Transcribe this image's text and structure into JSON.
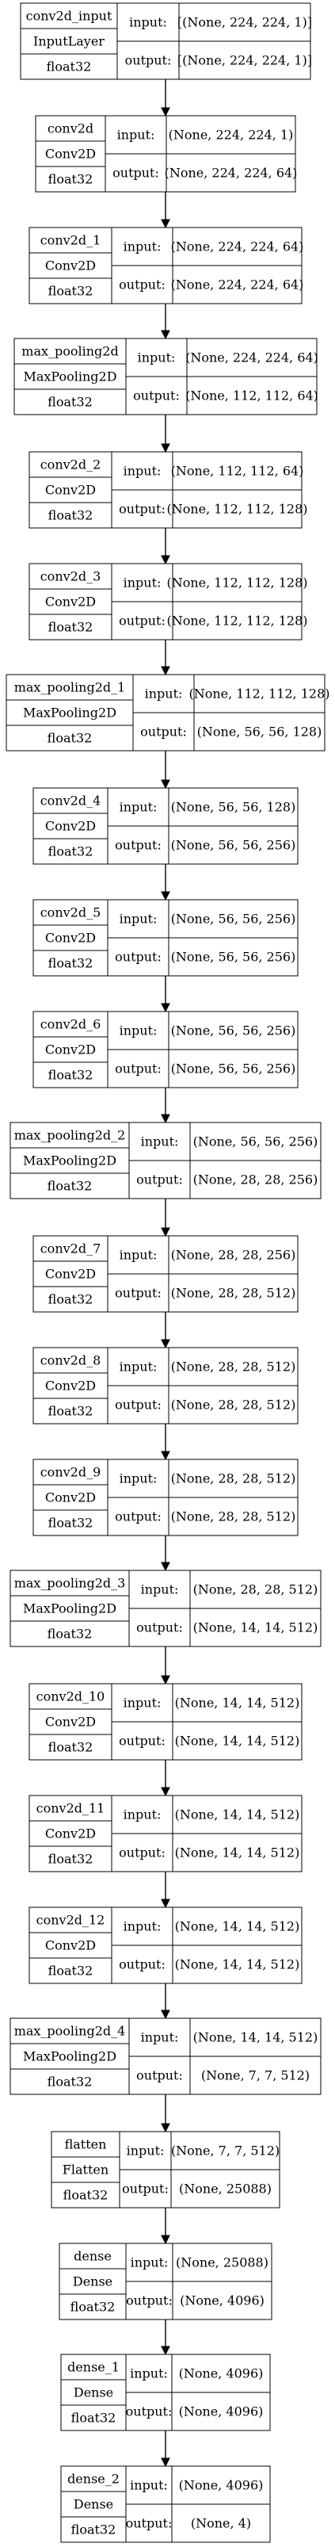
{
  "layers": [
    {
      "name": "conv2d_input",
      "type": "InputLayer",
      "dtype": "float32",
      "input_label": "input:",
      "output_label": "output:",
      "input_shape": "[(None, 224, 224, 1)]",
      "output_shape": "[(None, 224, 224, 1)]"
    },
    {
      "name": "conv2d",
      "type": "Conv2D",
      "dtype": "float32",
      "input_label": "input:",
      "output_label": "output:",
      "input_shape": "(None, 224, 224, 1)",
      "output_shape": "(None, 224, 224, 64)"
    },
    {
      "name": "conv2d_1",
      "type": "Conv2D",
      "dtype": "float32",
      "input_label": "input:",
      "output_label": "output:",
      "input_shape": "(None, 224, 224, 64)",
      "output_shape": "(None, 224, 224, 64)"
    },
    {
      "name": "max_pooling2d",
      "type": "MaxPooling2D",
      "dtype": "float32",
      "input_label": "input:",
      "output_label": "output:",
      "input_shape": "(None, 224, 224, 64)",
      "output_shape": "(None, 112, 112, 64)"
    },
    {
      "name": "conv2d_2",
      "type": "Conv2D",
      "dtype": "float32",
      "input_label": "input:",
      "output_label": "output:",
      "input_shape": "(None, 112, 112, 64)",
      "output_shape": "(None, 112, 112, 128)"
    },
    {
      "name": "conv2d_3",
      "type": "Conv2D",
      "dtype": "float32",
      "input_label": "input:",
      "output_label": "output:",
      "input_shape": "(None, 112, 112, 128)",
      "output_shape": "(None, 112, 112, 128)"
    },
    {
      "name": "max_pooling2d_1",
      "type": "MaxPooling2D",
      "dtype": "float32",
      "input_label": "input:",
      "output_label": "output:",
      "input_shape": "(None, 112, 112, 128)",
      "output_shape": "(None, 56, 56, 128)"
    },
    {
      "name": "conv2d_4",
      "type": "Conv2D",
      "dtype": "float32",
      "input_label": "input:",
      "output_label": "output:",
      "input_shape": "(None, 56, 56, 128)",
      "output_shape": "(None, 56, 56, 256)"
    },
    {
      "name": "conv2d_5",
      "type": "Conv2D",
      "dtype": "float32",
      "input_label": "input:",
      "output_label": "output:",
      "input_shape": "(None, 56, 56, 256)",
      "output_shape": "(None, 56, 56, 256)"
    },
    {
      "name": "conv2d_6",
      "type": "Conv2D",
      "dtype": "float32",
      "input_label": "input:",
      "output_label": "output:",
      "input_shape": "(None, 56, 56, 256)",
      "output_shape": "(None, 56, 56, 256)"
    },
    {
      "name": "max_pooling2d_2",
      "type": "MaxPooling2D",
      "dtype": "float32",
      "input_label": "input:",
      "output_label": "output:",
      "input_shape": "(None, 56, 56, 256)",
      "output_shape": "(None, 28, 28, 256)"
    },
    {
      "name": "conv2d_7",
      "type": "Conv2D",
      "dtype": "float32",
      "input_label": "input:",
      "output_label": "output:",
      "input_shape": "(None, 28, 28, 256)",
      "output_shape": "(None, 28, 28, 512)"
    },
    {
      "name": "conv2d_8",
      "type": "Conv2D",
      "dtype": "float32",
      "input_label": "input:",
      "output_label": "output:",
      "input_shape": "(None, 28, 28, 512)",
      "output_shape": "(None, 28, 28, 512)"
    },
    {
      "name": "conv2d_9",
      "type": "Conv2D",
      "dtype": "float32",
      "input_label": "input:",
      "output_label": "output:",
      "input_shape": "(None, 28, 28, 512)",
      "output_shape": "(None, 28, 28, 512)"
    },
    {
      "name": "max_pooling2d_3",
      "type": "MaxPooling2D",
      "dtype": "float32",
      "input_label": "input:",
      "output_label": "output:",
      "input_shape": "(None, 28, 28, 512)",
      "output_shape": "(None, 14, 14, 512)"
    },
    {
      "name": "conv2d_10",
      "type": "Conv2D",
      "dtype": "float32",
      "input_label": "input:",
      "output_label": "output:",
      "input_shape": "(None, 14, 14, 512)",
      "output_shape": "(None, 14, 14, 512)"
    },
    {
      "name": "conv2d_11",
      "type": "Conv2D",
      "dtype": "float32",
      "input_label": "input:",
      "output_label": "output:",
      "input_shape": "(None, 14, 14, 512)",
      "output_shape": "(None, 14, 14, 512)"
    },
    {
      "name": "conv2d_12",
      "type": "Conv2D",
      "dtype": "float32",
      "input_label": "input:",
      "output_label": "output:",
      "input_shape": "(None, 14, 14, 512)",
      "output_shape": "(None, 14, 14, 512)"
    },
    {
      "name": "max_pooling2d_4",
      "type": "MaxPooling2D",
      "dtype": "float32",
      "input_label": "input:",
      "output_label": "output:",
      "input_shape": "(None, 14, 14, 512)",
      "output_shape": "(None, 7, 7, 512)"
    },
    {
      "name": "flatten",
      "type": "Flatten",
      "dtype": "float32",
      "input_label": "input:",
      "output_label": "output:",
      "input_shape": "(None, 7, 7, 512)",
      "output_shape": "(None, 25088)"
    },
    {
      "name": "dense",
      "type": "Dense",
      "dtype": "float32",
      "input_label": "input:",
      "output_label": "output:",
      "input_shape": "(None, 25088)",
      "output_shape": "(None, 4096)"
    },
    {
      "name": "dense_1",
      "type": "Dense",
      "dtype": "float32",
      "input_label": "input:",
      "output_label": "output:",
      "input_shape": "(None, 4096)",
      "output_shape": "(None, 4096)"
    },
    {
      "name": "dense_2",
      "type": "Dense",
      "dtype": "float32",
      "input_label": "input:",
      "output_label": "output:",
      "input_shape": "(None, 4096)",
      "output_shape": "(None, 4)"
    }
  ]
}
